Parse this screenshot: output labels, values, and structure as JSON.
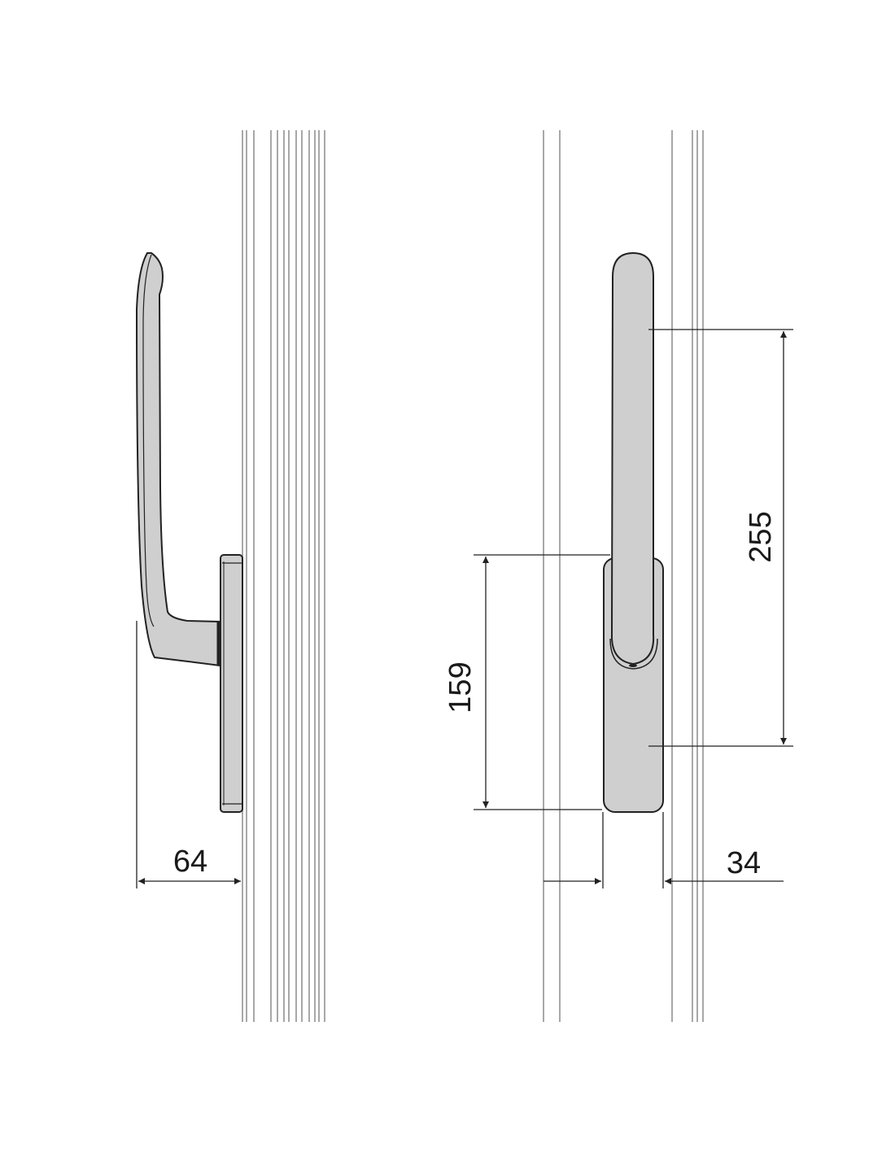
{
  "drawing": {
    "views": [
      "side-view",
      "front-view"
    ],
    "colors": {
      "handle_fill": "#cfcfcf",
      "outline": "#222222",
      "frame_line": "#a8a8a8"
    },
    "dimensions": {
      "projection": "64",
      "spindle_to_grip": "255",
      "rose_length": "159",
      "rose_width": "34"
    }
  }
}
